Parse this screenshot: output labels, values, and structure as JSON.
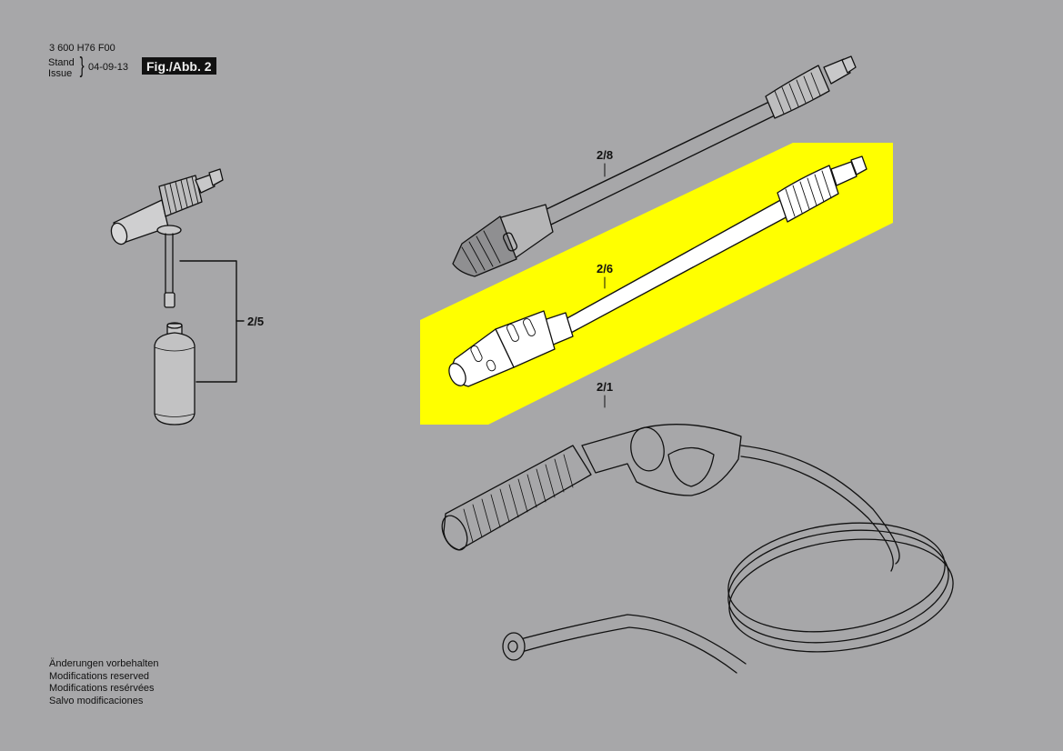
{
  "header": {
    "part_number": "3 600 H76 F00",
    "stand_label": "Stand",
    "issue_label": "Issue",
    "date": "04-09-13",
    "figure_label": "Fig./Abb. 2"
  },
  "footer": {
    "notes": [
      "Änderungen vorbehalten",
      "Modifications reserved",
      "Modifications resérvées",
      "Salvo modificaciones"
    ]
  },
  "parts": [
    {
      "id": "2/5",
      "label": "2/5",
      "description": "detergent nozzle with bottle",
      "highlighted": false
    },
    {
      "id": "2/8",
      "label": "2/8",
      "description": "rotary/turbo spray lance",
      "highlighted": false
    },
    {
      "id": "2/6",
      "label": "2/6",
      "description": "adjustable spray lance",
      "highlighted": true
    },
    {
      "id": "2/1",
      "label": "2/1",
      "description": "spray gun with high-pressure hose",
      "highlighted": false
    }
  ],
  "colors": {
    "background": "#a7a7a9",
    "highlight": "#ffff00",
    "line": "#111111",
    "highlighted_part_fill": "#ffffff"
  }
}
